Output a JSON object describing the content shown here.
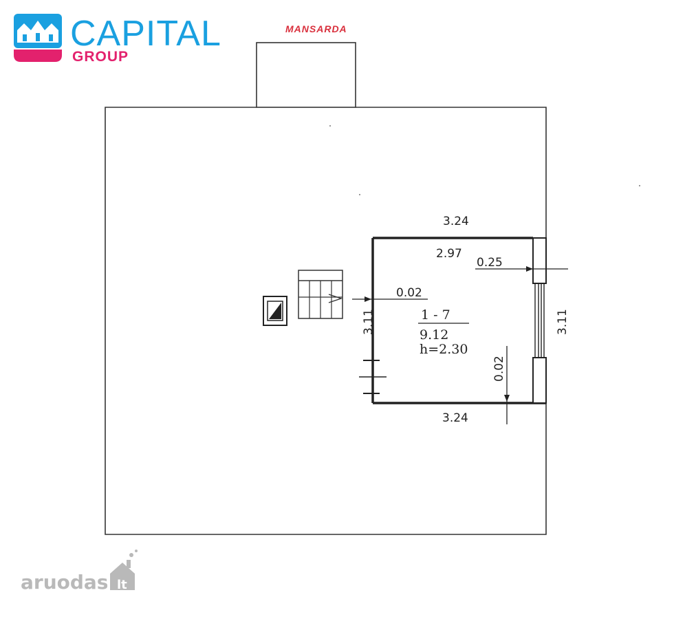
{
  "brand": {
    "name": "CAPITAL",
    "sub": "GROUP",
    "colors": {
      "blue": "#1aa0e0",
      "pink": "#e3216d"
    }
  },
  "floor_label": "MANSARDA",
  "room": {
    "id": "1 - 7",
    "area": "9.12",
    "height": "h=2.30"
  },
  "dimensions": {
    "top_outer": "3.24",
    "top_inner": "2.97",
    "wall_right": "0.25",
    "left_gap": "0.02",
    "left_side": "3.11",
    "right_side": "3.11",
    "bottom_gap": "0.02",
    "bottom": "3.24"
  },
  "watermark": {
    "text": "aruodas",
    "suffix": "lt"
  },
  "icons": [
    "house-logo-icon",
    "staircase-icon",
    "chimney-icon",
    "house-watermark-icon"
  ]
}
